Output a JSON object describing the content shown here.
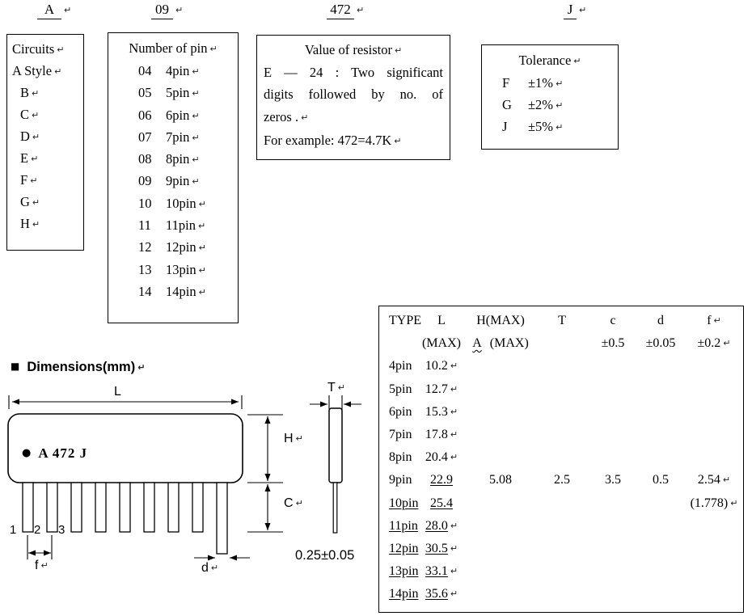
{
  "g": {
    "ret": "↵",
    "square": "■",
    "dot": "●"
  },
  "part_number": {
    "circuits": "A",
    "pins": "09",
    "value": "472",
    "tolerance": "J"
  },
  "circuits_box": {
    "title": "Circuits",
    "subtitle": "A Style",
    "items": [
      "B",
      "C",
      "D",
      "E",
      "F",
      "G",
      "H"
    ]
  },
  "pins_box": {
    "title": "Number of pin",
    "rows": [
      {
        "code": "04",
        "label": "4pin"
      },
      {
        "code": "05",
        "label": "5pin"
      },
      {
        "code": "06",
        "label": "6pin"
      },
      {
        "code": "07",
        "label": "7pin"
      },
      {
        "code": "08",
        "label": "8pin"
      },
      {
        "code": "09",
        "label": "9pin"
      },
      {
        "code": "10",
        "label": "10pin"
      },
      {
        "code": "11",
        "label": "11pin"
      },
      {
        "code": "12",
        "label": "12pin"
      },
      {
        "code": "13",
        "label": "13pin"
      },
      {
        "code": "14",
        "label": "14pin"
      }
    ]
  },
  "value_box": {
    "title": "Value of resistor",
    "body_lines": [
      "E — 24 :  Two significant",
      "digits followed by no. of",
      "zeros ."
    ],
    "example": "For example:  472=4.7K"
  },
  "tolerance_box": {
    "title": "Tolerance",
    "rows": [
      {
        "code": "F",
        "value": "±1%"
      },
      {
        "code": "G",
        "value": "±2%"
      },
      {
        "code": "J",
        "value": "±5%"
      }
    ]
  },
  "dimensions": {
    "heading": "Dimensions(mm)",
    "part_marking": "A 472 J",
    "labels": {
      "L": "L",
      "H": "H",
      "C": "C",
      "T": "T",
      "f": "f",
      "d": "d"
    },
    "pin_numbers": [
      "1",
      "2",
      "3"
    ],
    "lead_thickness": "0.25±0.05"
  },
  "table": {
    "h1": {
      "type": "TYPE",
      "l": "L",
      "h": "H(MAX)",
      "t": "T",
      "c": "c",
      "d": "d",
      "f": "f"
    },
    "h2": {
      "l": "(MAX)",
      "h_a": "A",
      "h_b": "(MAX)",
      "c": "±0.5",
      "d": "±0.05",
      "f": "±0.2"
    },
    "rows": [
      {
        "type": "4pin",
        "l": "10.2"
      },
      {
        "type": "5pin",
        "l": "12.7"
      },
      {
        "type": "6pin",
        "l": "15.3"
      },
      {
        "type": "7pin",
        "l": "17.8"
      },
      {
        "type": "8pin",
        "l": "20.4"
      },
      {
        "type": "9pin",
        "l": "22.9",
        "h": "5.08",
        "t": "2.5",
        "c": "3.5",
        "d": "0.5",
        "f": "2.54"
      },
      {
        "type": "10pin",
        "l": "25.4",
        "f": "(1.778)"
      },
      {
        "type": "11pin",
        "l": "28.0"
      },
      {
        "type": "12pin",
        "l": "30.5"
      },
      {
        "type": "13pin",
        "l": "33.1"
      },
      {
        "type": "14pin",
        "l": "35.6"
      }
    ]
  }
}
